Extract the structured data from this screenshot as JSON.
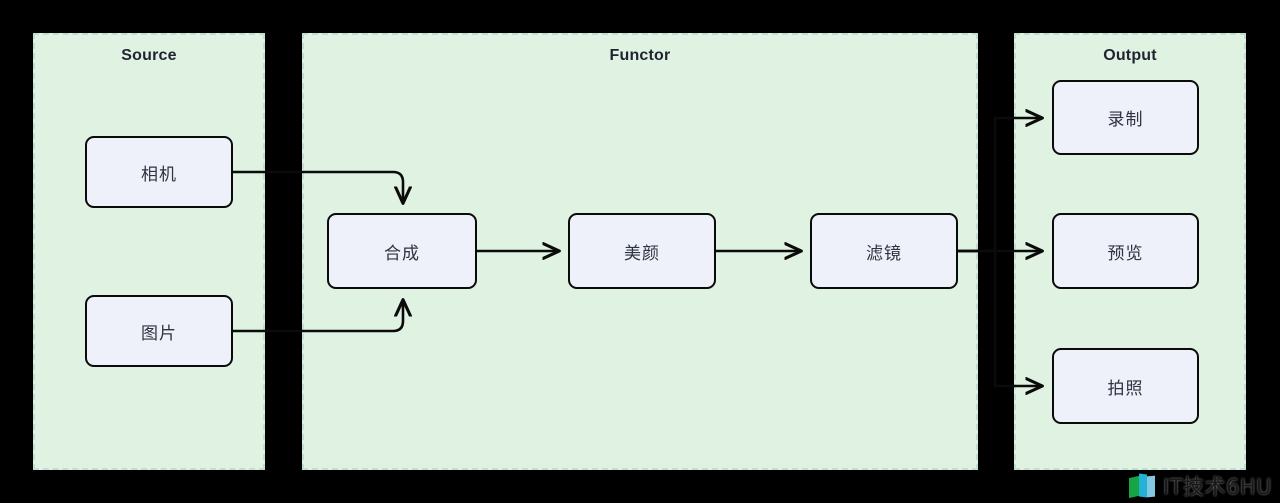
{
  "diagram": {
    "type": "pipeline-flow",
    "background_color": "#000000",
    "panel_fill": "#e0f2e2",
    "node_fill": "#eef0fa",
    "node_stroke": "#0b0b0b",
    "panels": [
      {
        "id": "source",
        "title": "Source"
      },
      {
        "id": "functor",
        "title": "Functor"
      },
      {
        "id": "output",
        "title": "Output"
      }
    ],
    "nodes": {
      "camera": "相机",
      "picture": "图片",
      "composite": "合成",
      "beauty": "美颜",
      "filter": "滤镜",
      "record": "录制",
      "preview": "预览",
      "photo": "拍照"
    },
    "edges": [
      {
        "from": "相机",
        "to": "合成"
      },
      {
        "from": "图片",
        "to": "合成"
      },
      {
        "from": "合成",
        "to": "美颜"
      },
      {
        "from": "美颜",
        "to": "滤镜"
      },
      {
        "from": "滤镜",
        "to": "录制"
      },
      {
        "from": "滤镜",
        "to": "预览"
      },
      {
        "from": "滤镜",
        "to": "拍照"
      }
    ]
  },
  "watermark": {
    "text": "IT技术6HU"
  }
}
